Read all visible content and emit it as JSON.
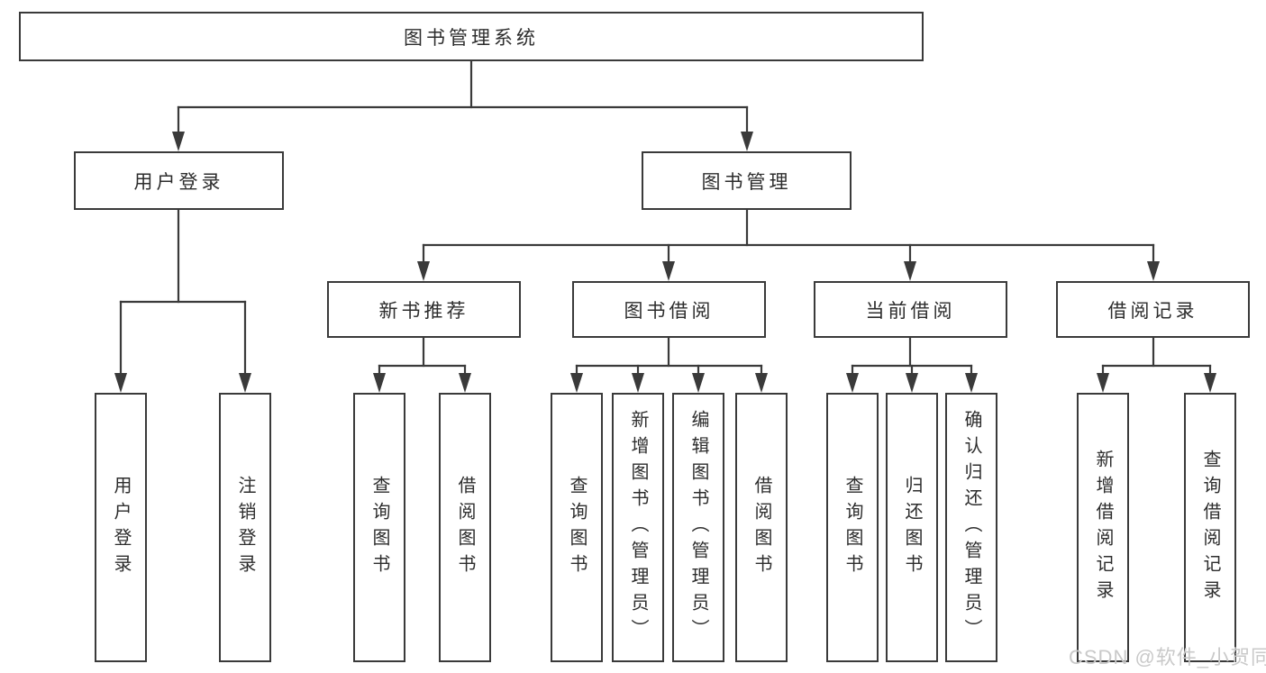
{
  "diagram": {
    "root": {
      "label": "图书管理系统"
    },
    "level2": {
      "user_login": {
        "label": "用户登录"
      },
      "book_mgmt": {
        "label": "图书管理"
      }
    },
    "level3": {
      "new_book": {
        "label": "新书推荐"
      },
      "book_borrow": {
        "label": "图书借阅"
      },
      "current_borrow": {
        "label": "当前借阅"
      },
      "borrow_record": {
        "label": "借阅记录"
      }
    },
    "leaves": {
      "user_login": [
        "用户登录",
        "注销登录"
      ],
      "new_book": [
        "查询图书",
        "借阅图书"
      ],
      "book_borrow": [
        "查询图书",
        "新增图书（管理员）",
        "编辑图书（管理员）",
        "借阅图书"
      ],
      "current_borrow": [
        "查询图书",
        "归还图书",
        "确认归还（管理员）"
      ],
      "borrow_record": [
        "新增借阅记录",
        "查询借阅记录"
      ]
    },
    "colors": {
      "line": "#3a3a3a",
      "text": "#2d2d2d",
      "watermark": "#c9c9c9",
      "background": "#ffffff"
    },
    "watermark": "CSDN @软件_小贺同学"
  }
}
